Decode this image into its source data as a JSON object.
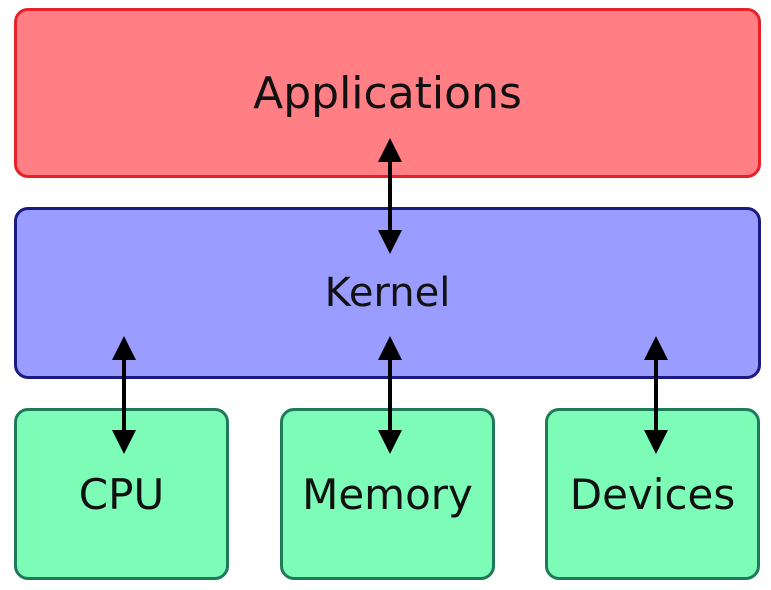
{
  "diagram": {
    "layers": {
      "applications": "Applications",
      "kernel": "Kernel"
    },
    "hardware": [
      "CPU",
      "Memory",
      "Devices"
    ],
    "colors": {
      "applications_fill": "#ff7f85",
      "applications_border": "#e8202a",
      "kernel_fill": "#9a9cff",
      "kernel_border": "#1a1a80",
      "hardware_fill": "#7dfcb8",
      "hardware_border": "#1f7a5a",
      "arrow": "#000000"
    }
  }
}
